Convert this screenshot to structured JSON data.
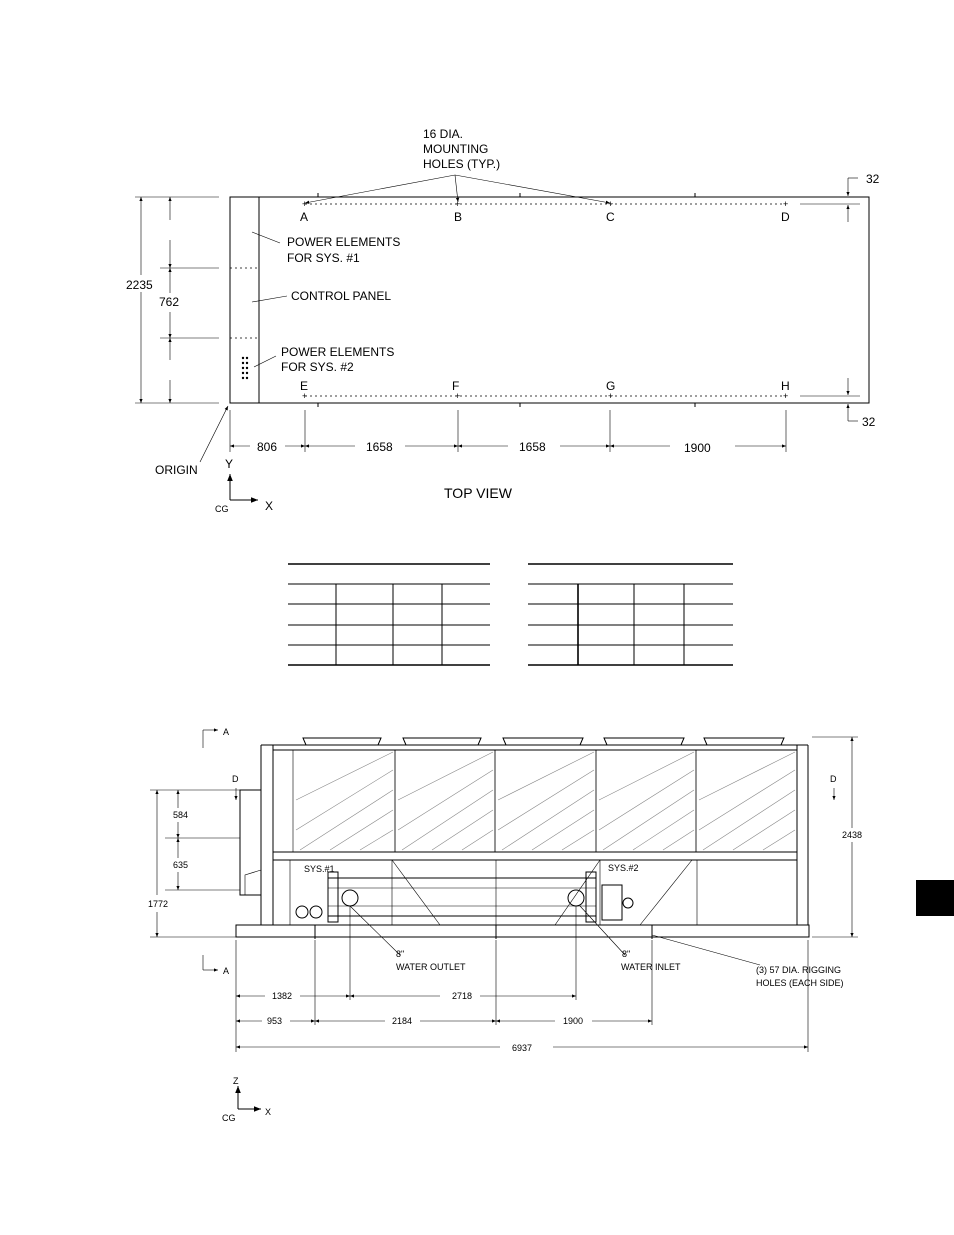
{
  "top_view": {
    "title": "TOP VIEW",
    "callout_holes": [
      "16 DIA.",
      "MOUNTING",
      "HOLES (TYP.)"
    ],
    "point_labels_top": [
      "A",
      "B",
      "C",
      "D"
    ],
    "point_labels_bottom": [
      "E",
      "F",
      "G",
      "H"
    ],
    "power_sys1": [
      "POWER ELEMENTS",
      "FOR SYS. #1"
    ],
    "control_panel": "CONTROL PANEL",
    "power_sys2": [
      "POWER ELEMENTS",
      "FOR SYS. #2"
    ],
    "origin": "ORIGIN",
    "dim_width": "2235",
    "dim_panel": "762",
    "dim_top_offset": "32",
    "dim_bottom_offset": "32",
    "dims_x": [
      "806",
      "1658",
      "1658",
      "1900"
    ],
    "axis_y": "Y",
    "axis_x": "X",
    "cg": "CG"
  },
  "side_view": {
    "section_a_top": "A",
    "section_a_bottom": "A",
    "section_d_left": "D",
    "section_d_right": "D",
    "sys1": "SYS.#1",
    "sys2": "SYS.#2",
    "outlet": [
      "8\"",
      "WATER OUTLET"
    ],
    "inlet": [
      "8\"",
      "WATER INLET"
    ],
    "rigging": [
      "(3) 57 DIA. RIGGING",
      "HOLES (EACH SIDE)"
    ],
    "dim_584": "584",
    "dim_635": "635",
    "dim_1772": "1772",
    "dim_2438": "2438",
    "dim_1382": "1382",
    "dim_2718": "2718",
    "dim_953": "953",
    "dim_2184": "2184",
    "dim_1900": "1900",
    "dim_6937": "6937",
    "axis_z": "Z",
    "axis_x": "X",
    "cg": "CG"
  }
}
